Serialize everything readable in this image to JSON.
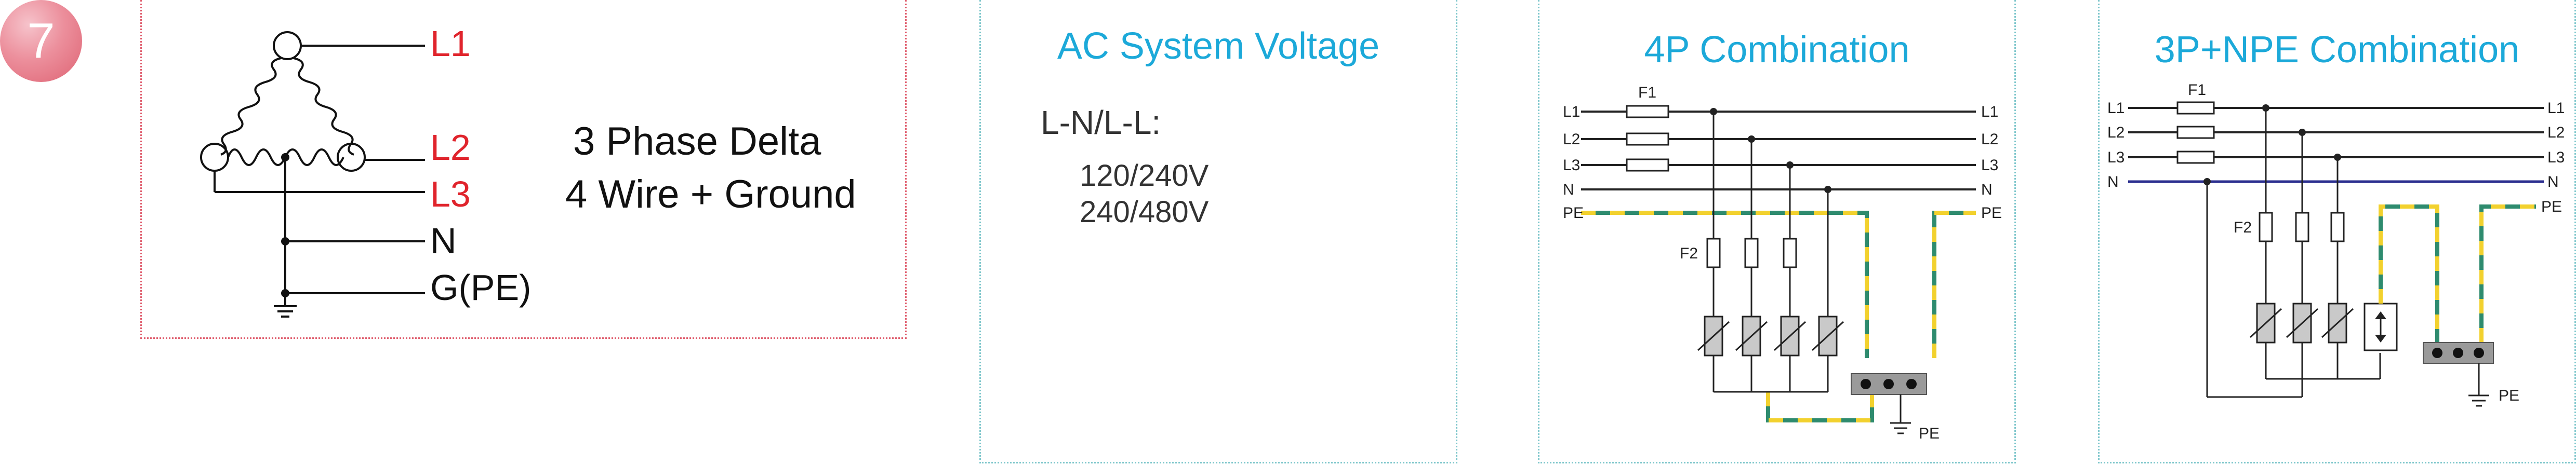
{
  "badge": {
    "number": "7"
  },
  "delta": {
    "labels": {
      "l1": "L1",
      "l2": "L2",
      "l3": "L3",
      "n": "N",
      "g": "G(PE)"
    },
    "desc_line1": "3 Phase Delta",
    "desc_line2": "4 Wire + Ground",
    "colors": {
      "phase_label": "#e0242c",
      "text": "#111111"
    }
  },
  "voltage": {
    "title": "AC System Voltage",
    "label": "L-N/L-L:",
    "values": [
      "120/240V",
      "240/480V"
    ]
  },
  "combo4p": {
    "title": "4P Combination",
    "lines": [
      "L1",
      "L2",
      "L3",
      "N",
      "PE"
    ],
    "fuse1": "F1",
    "fuse2": "F2",
    "pe_label": "PE"
  },
  "combo3p": {
    "title": "3P+NPE Combination",
    "lines": [
      "L1",
      "L2",
      "L3",
      "N",
      "PE"
    ],
    "fuse1": "F1",
    "fuse2": "F2",
    "pe_label": "PE"
  },
  "colors": {
    "title": "#1ca9d9",
    "pe_green": "#2e8b6e",
    "pe_yellow": "#f2d12e",
    "neutral_blue": "#2b2f8f",
    "bus_gray": "#9a9a9a"
  }
}
